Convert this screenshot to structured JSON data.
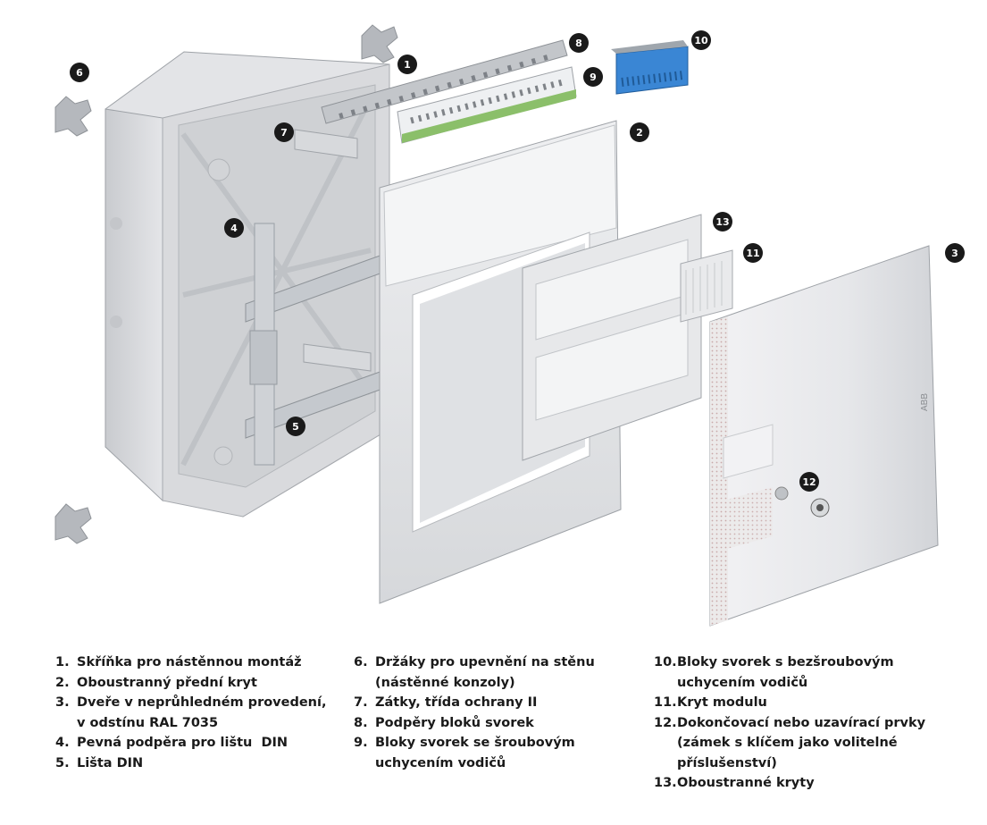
{
  "callouts": [
    "1",
    "2",
    "3",
    "4",
    "5",
    "6",
    "7",
    "8",
    "9",
    "10",
    "11",
    "12",
    "13"
  ],
  "legend": {
    "col1": [
      {
        "num": "1.",
        "lines": [
          "Skříňka pro nástěnnou montáž"
        ]
      },
      {
        "num": "2.",
        "lines": [
          "Oboustranný přední kryt"
        ]
      },
      {
        "num": "3.",
        "lines": [
          "Dveře v neprůhledném provedení,",
          "v odstínu RAL 7035"
        ]
      },
      {
        "num": "4.",
        "lines": [
          "Pevná podpěra pro lištu  DIN"
        ]
      },
      {
        "num": "5.",
        "lines": [
          "Lišta DIN"
        ]
      }
    ],
    "col2": [
      {
        "num": "6.",
        "lines": [
          "Držáky pro upevnění na stěnu",
          "(nástěnné konzoly)"
        ]
      },
      {
        "num": "7.",
        "lines": [
          "Zátky, třída ochrany II"
        ]
      },
      {
        "num": "8.",
        "lines": [
          "Podpěry bloků svorek"
        ]
      },
      {
        "num": "9.",
        "lines": [
          "Bloky svorek se šroubovým",
          "uchycením vodičů"
        ]
      }
    ],
    "col3": [
      {
        "num": "10.",
        "lines": [
          "Bloky svorek s bezšroubovým",
          "uchycením vodičů"
        ]
      },
      {
        "num": "11.",
        "lines": [
          "Kryt modulu"
        ]
      },
      {
        "num": "12.",
        "lines": [
          "Dokončovací nebo uzavírací prvky",
          "(zámek s klíčem jako volitelné",
          "příslušenství)"
        ]
      },
      {
        "num": "13.",
        "lines": [
          "Oboustranné kryty"
        ]
      }
    ]
  },
  "door_logo": "ABB",
  "colors": {
    "enclosure": "#dcdde0",
    "shadow": "#b9bbbf",
    "rail": "#c5c9ce",
    "terminal_blue": "#3a86d4",
    "terminal_green": "#8bbf6a",
    "callout": "#1a1a1a"
  }
}
